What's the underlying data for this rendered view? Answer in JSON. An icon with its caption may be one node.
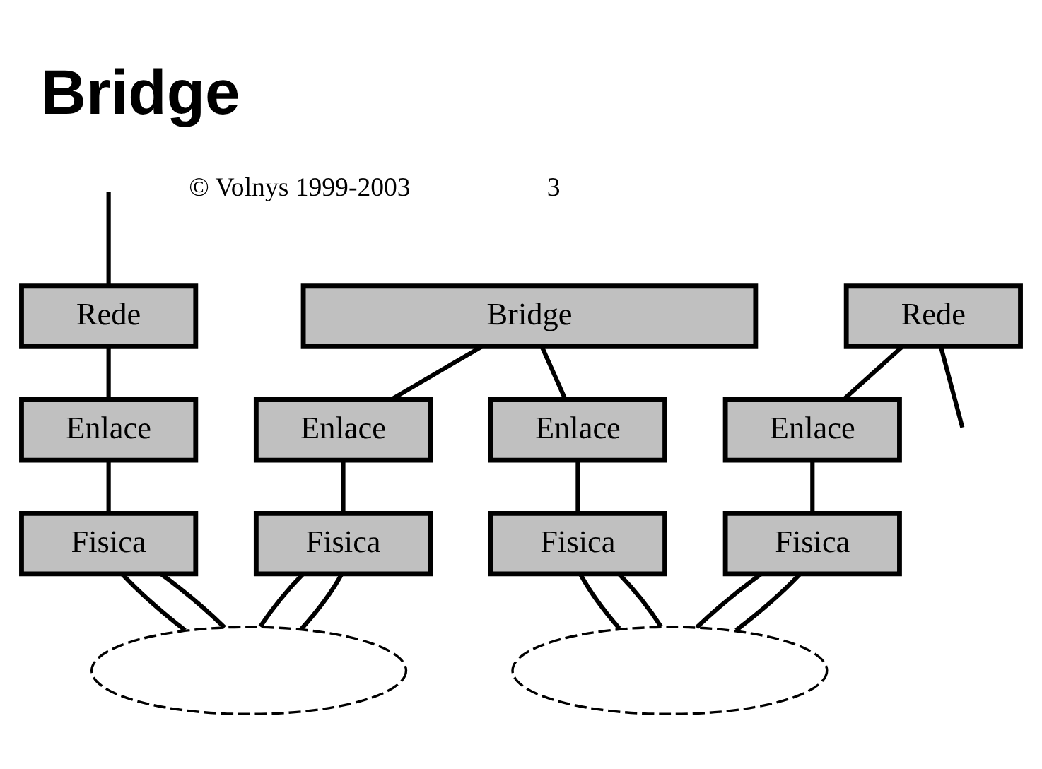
{
  "diagram": {
    "title": "Bridge",
    "nodes": [
      {
        "text": [
          "Rede"
        ]
      },
      {
        "text": [
          "Enlace"
        ]
      },
      {
        "text": [
          "Fisica"
        ]
      },
      {
        "text": [
          "Bridge"
        ]
      },
      {
        "text": [
          "Enlace"
        ]
      },
      {
        "text": [
          "Enlace"
        ]
      },
      {
        "text": [
          "Fisica"
        ]
      },
      {
        "text": [
          "Fisica"
        ]
      },
      {
        "text": [
          "Rede"
        ]
      },
      {
        "text": [
          "Enlace"
        ]
      },
      {
        "text": [
          "Fisica"
        ]
      },
      {
        "text": [],
        "shape": "cloud"
      },
      {
        "text": [],
        "shape": "cloud"
      }
    ],
    "edges": [
      {
        "from": null,
        "to": 0,
        "arrow": "none"
      },
      {
        "from": 0,
        "to": 1,
        "arrow": "none"
      },
      {
        "from": 1,
        "to": 2,
        "arrow": "none"
      },
      {
        "from": 2,
        "to": 11,
        "arrow": "none"
      },
      {
        "from": 11,
        "to": 6,
        "arrow": "none"
      },
      {
        "from": 6,
        "to": 4,
        "arrow": "none"
      },
      {
        "from": 4,
        "to": 3,
        "arrow": "none"
      },
      {
        "from": 3,
        "to": 5,
        "arrow": "none"
      },
      {
        "from": 5,
        "to": 7,
        "arrow": "none"
      },
      {
        "from": 7,
        "to": 12,
        "arrow": "none"
      },
      {
        "from": 12,
        "to": 10,
        "arrow": "none"
      },
      {
        "from": 10,
        "to": 9,
        "arrow": "none"
      },
      {
        "from": 9,
        "to": 8,
        "arrow": "none"
      },
      {
        "from": 8,
        "to": null,
        "arrow": "none"
      },
      {
        "from": 2,
        "to": 11,
        "arrow": "none"
      },
      {
        "from": 6,
        "to": 11,
        "arrow": "none"
      },
      {
        "from": 7,
        "to": 12,
        "arrow": "none"
      },
      {
        "from": 10,
        "to": 12,
        "arrow": "none"
      }
    ],
    "labels": [
      "© Volnys 1999-2003",
      "3"
    ]
  }
}
